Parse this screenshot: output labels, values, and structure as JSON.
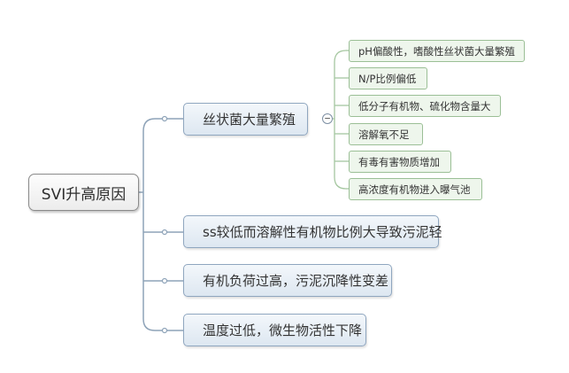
{
  "mindmap": {
    "root": "SVI升高原因",
    "branches": [
      {
        "label": "丝状菌大量繁殖",
        "children": [
          "pH偏酸性，嗜酸性丝状菌大量繁殖",
          "N/P比例偏低",
          "低分子有机物、硫化物含量大",
          "溶解氧不足",
          "有毒有害物质增加",
          "高浓度有机物进入曝气池"
        ]
      },
      {
        "label": "ss较低而溶解性有机物比例大导致污泥轻"
      },
      {
        "label": "有机负荷过高，污泥沉降性变差"
      },
      {
        "label": "温度过低，微生物活性下降"
      }
    ],
    "collapse_symbol": "−"
  },
  "colors": {
    "connector": "#8ea3b8",
    "leaf_connector": "#a5c7a0",
    "branch_border": "#8fa6bf",
    "leaf_border": "#9bbf96",
    "leaf_fill": "#eef6ec"
  }
}
